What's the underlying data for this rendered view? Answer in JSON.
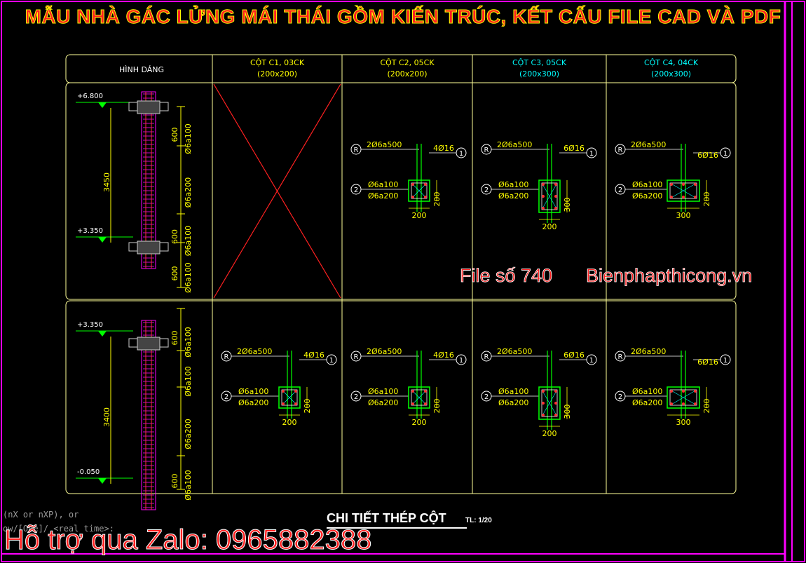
{
  "banner_title": "MẪU NHÀ GÁC LỬNG MÁI THÁI GỒM KIẾN TRÚC, KẾT CẤU FILE CAD VÀ PDF",
  "watermark_file": "File số 740",
  "watermark_site": "Bienphapthicong.vn",
  "zalo_support": "Hỗ trợ qua Zalo: 0965882388",
  "command_line": [
    "(nX or nXP), or",
    "ow/[One]/ <real time>:"
  ],
  "sheet_title": "CHI TIẾT THÉP CỘT",
  "sheet_scale": "TL: 1/20",
  "colors": {
    "frame_magenta": "#ff00ff",
    "table_lines": "#ffff99",
    "dims": "#ffff00",
    "leaders": "#00ff00",
    "header_cyan": "#00ffff",
    "rebar": "#ff3030",
    "column_hatch": "#ff00ff",
    "cross_out": "#ff2020"
  },
  "header": {
    "hinh_dang": "HÌNH DÁNG",
    "columns": [
      {
        "name": "CỘT C1, 03CK",
        "size": "(200x200)",
        "color": "#ffff00"
      },
      {
        "name": "CỘT C2, 05CK",
        "size": "(200x200)",
        "color": "#ffff00"
      },
      {
        "name": "CỘT C3, 05CK",
        "size": "(200x300)",
        "color": "#00ffff"
      },
      {
        "name": "CỘT C4, 04CK",
        "size": "(200x300)",
        "color": "#00ffff"
      }
    ]
  },
  "elevation_top": {
    "level_top": "+6.800",
    "level_bottom": "+3.350",
    "height": "3450",
    "zones": [
      {
        "len": "600",
        "stirrup": "Ø6a100"
      },
      {
        "len": "",
        "stirrup": "Ø6a200"
      },
      {
        "len": "600",
        "stirrup": "Ø6a100"
      },
      {
        "len": "600",
        "stirrup": "Ø6a100"
      }
    ]
  },
  "elevation_bottom": {
    "level_top": "+3.350",
    "level_bottom": "-0.050",
    "height": "3400",
    "zones": [
      {
        "len": "600",
        "stirrup": "Ø6a100"
      },
      {
        "len": "",
        "stirrup": "Ø6a100"
      },
      {
        "len": "",
        "stirrup": "Ø6a200"
      },
      {
        "len": "600",
        "stirrup": "Ø6a100"
      }
    ]
  },
  "sections": [
    {
      "row": 0,
      "col": 1,
      "main": "4Ø16",
      "tie": "2Ø6a500",
      "st1": "Ø6a100",
      "st2": "Ø6a200",
      "w": "200",
      "h": "200",
      "rot": false
    },
    {
      "row": 0,
      "col": 2,
      "main": "6Ø16",
      "tie": "2Ø6a500",
      "st1": "Ø6a100",
      "st2": "Ø6a200",
      "w": "200",
      "h": "300",
      "rot": false
    },
    {
      "row": 0,
      "col": 3,
      "main": "6Ø16",
      "tie": "2Ø6a500",
      "st1": "Ø6a100",
      "st2": "Ø6a200",
      "w": "300",
      "h": "200",
      "rot": true
    },
    {
      "row": 1,
      "col": 0,
      "main": "4Ø16",
      "tie": "2Ø6a500",
      "st1": "Ø6a100",
      "st2": "Ø6a200",
      "w": "200",
      "h": "200",
      "rot": false
    },
    {
      "row": 1,
      "col": 1,
      "main": "4Ø16",
      "tie": "2Ø6a500",
      "st1": "Ø6a100",
      "st2": "Ø6a200",
      "w": "200",
      "h": "200",
      "rot": false
    },
    {
      "row": 1,
      "col": 2,
      "main": "6Ø16",
      "tie": "2Ø6a500",
      "st1": "Ø6a100",
      "st2": "Ø6a200",
      "w": "200",
      "h": "300",
      "rot": false
    },
    {
      "row": 1,
      "col": 3,
      "main": "6Ø16",
      "tie": "2Ø6a500",
      "st1": "Ø6a100",
      "st2": "Ø6a200",
      "w": "300",
      "h": "200",
      "rot": true
    }
  ],
  "bubbles": {
    "r": "R",
    "one": "1",
    "two": "2"
  }
}
